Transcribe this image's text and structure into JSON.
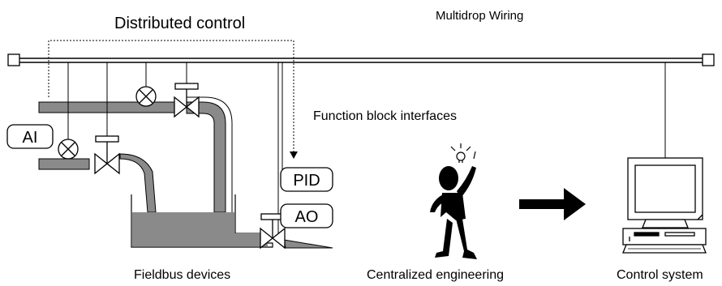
{
  "labels": {
    "distributed_control": "Distributed control",
    "multidrop_wiring": "Multidrop Wiring",
    "function_block_interfaces": "Function block interfaces",
    "fieldbus_devices": "Fieldbus devices",
    "centralized_engineering": "Centralized engineering",
    "control_system": "Control system"
  },
  "function_blocks": {
    "ai": "AI",
    "pid": "PID",
    "ao": "AO"
  },
  "icons": {
    "engineer": "engineer-with-idea-icon",
    "computer": "computer-workstation-icon",
    "arrow": "right-arrow-icon"
  },
  "colors": {
    "pipe_fill": "#8a8a8a",
    "liquid": "#8a8a8a",
    "line": "#000000"
  }
}
